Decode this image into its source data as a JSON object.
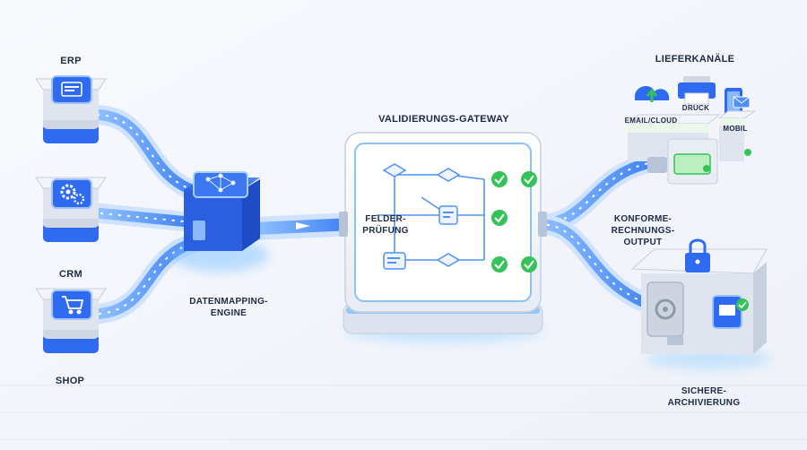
{
  "sources": {
    "erp": "ERP",
    "crm": "CRM",
    "shop": "SHOP"
  },
  "mapping": {
    "line1": "DATENMAPPING-",
    "line2": "ENGINE"
  },
  "gateway": {
    "title": "VALIDIERUNGS-GATEWAY",
    "field_line1": "FELDER-",
    "field_line2": "PRÜFUNG"
  },
  "output": {
    "line1": "KONFORME-",
    "line2": "RECHNUNGS-",
    "line3": "OUTPUT"
  },
  "delivery": {
    "title": "LIEFERKANÄLE",
    "email": "EMAIL/CLOUD",
    "print": "DRUCK",
    "mobile": "MOBIL"
  },
  "archive": {
    "line1": "SICHERE-",
    "line2": "ARCHIVIERUNG"
  },
  "colors": {
    "accent_blue": "#2f6bf0",
    "flow_blue": "#5b9cf7",
    "check_green": "#34c259",
    "panel_gray": "#dfe4ee"
  }
}
